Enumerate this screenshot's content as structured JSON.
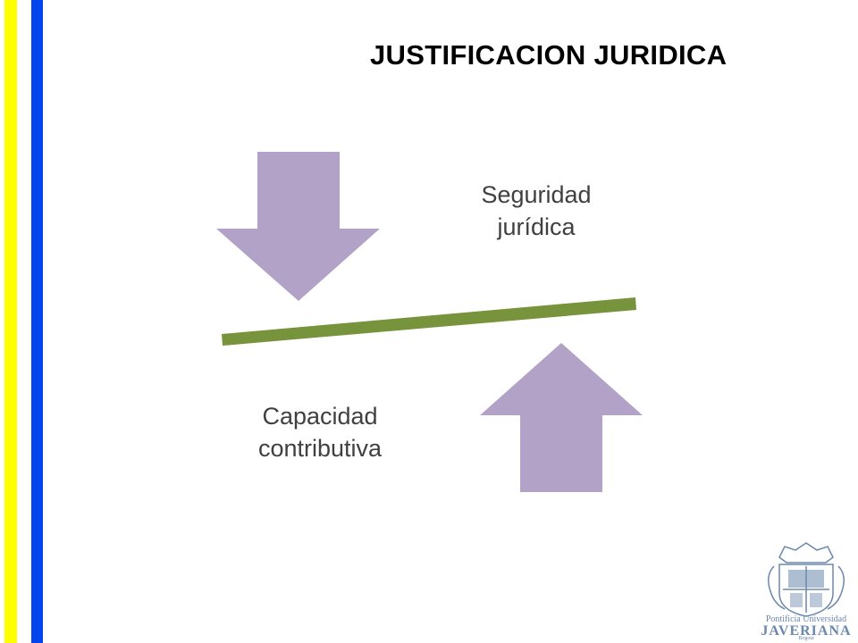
{
  "slide": {
    "title": "JUSTIFICACION JURIDICA"
  },
  "diagram": {
    "top_label": {
      "line1": "Seguridad",
      "line2": "jurídica"
    },
    "bottom_label": {
      "line1": "Capacidad",
      "line2": "contributiva"
    },
    "down_arrow_icon": "arrow-down-icon",
    "up_arrow_icon": "arrow-up-icon",
    "lever_icon": "balance-beam"
  },
  "logo": {
    "line1": "Pontificia Universidad",
    "line2": "JAVERIANA",
    "line3": "Bogotá"
  },
  "colors": {
    "stripe_yellow": "#ffff00",
    "stripe_blue": "#0044ee",
    "arrow_fill": "#b3a2c7",
    "beam_fill": "#77933c",
    "label_text": "#404040",
    "logo_color": "#6b88ad"
  }
}
